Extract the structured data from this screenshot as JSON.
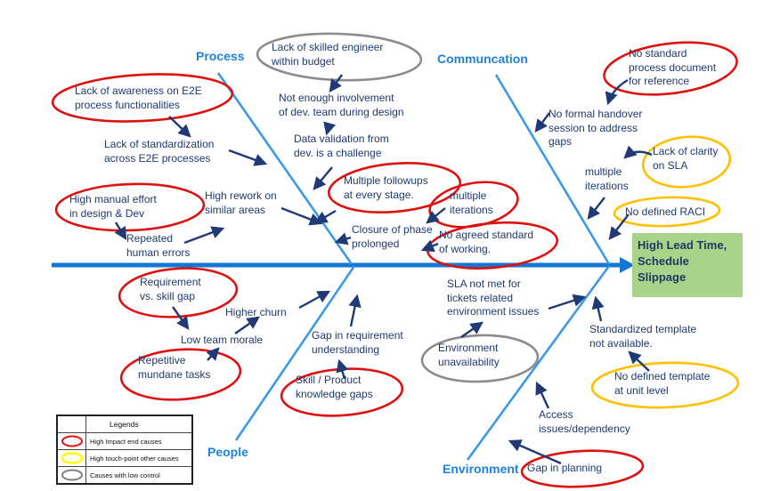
{
  "diagram_type": "fishbone-cause-effect",
  "effect": {
    "text": "High Lead Time,\nSchedule\nSlippage",
    "fill": "#a8d38a"
  },
  "categories": {
    "process": {
      "label": "Process"
    },
    "communcation": {
      "label": "Communcation"
    },
    "people": {
      "label": "People"
    },
    "environment": {
      "label": "Environment"
    }
  },
  "nodes": {
    "proc_skilled": {
      "text": "Lack of skilled engineer\nwithin  budget",
      "ring": "gray"
    },
    "proc_awareness": {
      "text": "Lack of awareness  on E2E\nprocess  functionalities",
      "ring": "red"
    },
    "proc_standardization": {
      "text": "Lack of standardization\nacross E2E processes",
      "ring": "none"
    },
    "proc_involvement": {
      "text": "Not enough involvement\nof dev. team during design",
      "ring": "none"
    },
    "proc_datavalidation": {
      "text": "Data validation from\ndev. is a challenge",
      "ring": "none"
    },
    "proc_followups": {
      "text": "Multiple followups\nat every stage.",
      "ring": "red"
    },
    "proc_manual": {
      "text": "High manual effort\nin design & Dev",
      "ring": "red"
    },
    "proc_rework": {
      "text": "High rework on\nsimilar areas",
      "ring": "none"
    },
    "proc_repeated": {
      "text": "Repeated\nhuman errors",
      "ring": "none"
    },
    "proc_closure": {
      "text": "Closure of phase\nprolonged",
      "ring": "none"
    },
    "center_iterations": {
      "text": "multiple\niterations",
      "ring": "red"
    },
    "center_noagreed": {
      "text": "No agreed standard\nof working.",
      "ring": "red"
    },
    "comm_nostandard": {
      "text": "No standard\nprocess document\nfor reference",
      "ring": "red"
    },
    "comm_handover": {
      "text": "No formal handover\nsession to address\ngaps",
      "ring": "none"
    },
    "comm_clarity": {
      "text": "Lack of clarity\non SLA",
      "ring": "yellow"
    },
    "comm_iterations": {
      "text": "multiple\niterations",
      "ring": "none"
    },
    "comm_raci": {
      "text": "No defined RACI",
      "ring": "yellow"
    },
    "env_sla": {
      "text": "SLA not met for\ntickets related\nenvironment issues",
      "ring": "none"
    },
    "env_unavail": {
      "text": "Environment\nunavailability",
      "ring": "gray"
    },
    "env_template": {
      "text": "Standardized template\nnot available.",
      "ring": "none"
    },
    "env_notemplate": {
      "text": "No defined template\nat unit level",
      "ring": "yellow"
    },
    "env_access": {
      "text": "Access\nissues/dependency",
      "ring": "none"
    },
    "env_gap": {
      "text": "Gap in planning",
      "ring": "red"
    },
    "people_requirement": {
      "text": "Requirement\nvs. skill gap",
      "ring": "red"
    },
    "people_churn": {
      "text": "Higher churn",
      "ring": "none"
    },
    "people_morale": {
      "text": "Low team morale",
      "ring": "none"
    },
    "people_repetitive": {
      "text": "Repetitive\nmundane tasks",
      "ring": "red"
    },
    "people_gapreq": {
      "text": "Gap in requirement\nunderstanding",
      "ring": "none"
    },
    "people_skill": {
      "text": "Skill / Product\nknowledge gaps",
      "ring": "red"
    }
  },
  "legend": {
    "title": "Legends",
    "rows": [
      {
        "swatch": "red-ellipse",
        "color": "#e01313",
        "label": "High Impact end causes"
      },
      {
        "swatch": "yellow-ellipse",
        "color": "#ffff00",
        "label": "High touch-point other causes"
      },
      {
        "swatch": "gray-ellipse",
        "color": "#808080",
        "label": "Causes with low control"
      }
    ]
  },
  "colors": {
    "spine": "#1377d4",
    "branch": "#3a99e9",
    "arrow": "#1f3a75",
    "text": "#1e3a6e",
    "category_label": "#1e82dd",
    "high_impact_ring": "#dd1111",
    "touch_point_ring": "#ffc000",
    "low_control_ring": "#8c8c8c",
    "effect_fill": "#a8d38a"
  }
}
